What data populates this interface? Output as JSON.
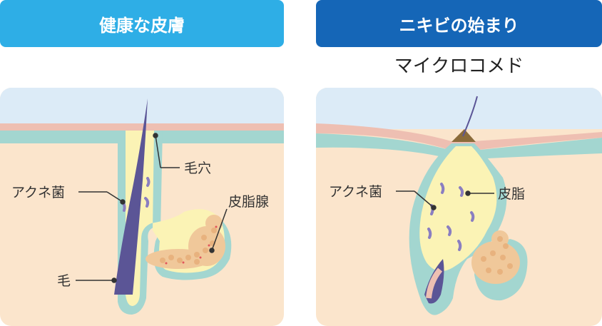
{
  "panels": {
    "left": {
      "title": "健康な皮膚",
      "labels": {
        "pore": "毛穴",
        "bacteria": "アクネ菌",
        "sebaceous_gland": "皮脂腺",
        "hair": "毛"
      }
    },
    "right": {
      "title": "ニキビの始まり",
      "subtitle": "マイクロコメド",
      "labels": {
        "bacteria": "アクネ菌",
        "sebum": "皮脂"
      }
    }
  },
  "colors": {
    "title_left_bg": "#2eaee6",
    "title_right_bg": "#1566b7",
    "sky": "#dcebf7",
    "skin_base": "#fbe5cc",
    "skin_outline": "#a3d6d0",
    "epidermis_pink": "#eebfb2",
    "sebum_fill": "#fbf3b5",
    "hair": "#5b5596",
    "bacteria": "#8a7ec1",
    "gland_cells": "#f0c89a"
  }
}
